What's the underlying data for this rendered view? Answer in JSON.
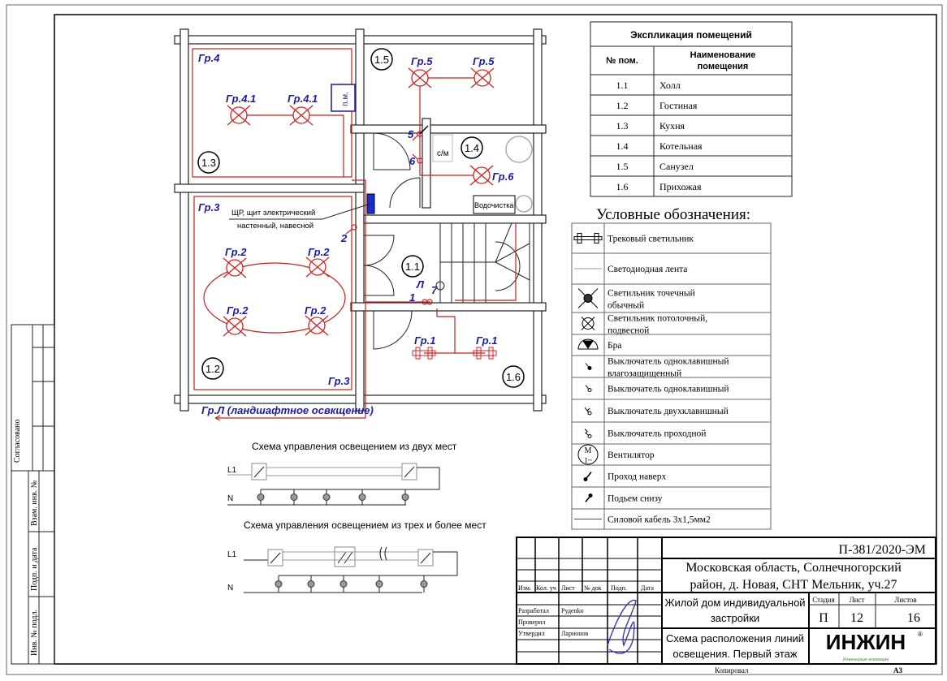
{
  "explication": {
    "title": "Экспликация помещений",
    "col_num": "№ пом.",
    "col_name": "Наименование помещения",
    "rows": [
      {
        "num": "1.1",
        "name": "Холл"
      },
      {
        "num": "1.2",
        "name": "Гостиная"
      },
      {
        "num": "1.3",
        "name": "Кухня"
      },
      {
        "num": "1.4",
        "name": "Котельная"
      },
      {
        "num": "1.5",
        "name": "Санузел"
      },
      {
        "num": "1.6",
        "name": "Прихожая"
      }
    ]
  },
  "legend": {
    "title": "Условные обозначения:",
    "items": [
      {
        "icon": "track-light-icon",
        "l1": "Трековый светильник",
        "l2": ""
      },
      {
        "icon": "led-strip-icon",
        "l1": "Светодиодная лента",
        "l2": ""
      },
      {
        "icon": "spot-light-icon",
        "l1": "Светильник точечный",
        "l2": "обычный"
      },
      {
        "icon": "ceiling-light-icon",
        "l1": "Светильник потолочный,",
        "l2": "подвесной"
      },
      {
        "icon": "sconce-icon",
        "l1": "Бра",
        "l2": ""
      },
      {
        "icon": "switch-waterproof-icon",
        "l1": "Выключатель одноклавишный",
        "l2": "влагозащищенный"
      },
      {
        "icon": "switch-single-icon",
        "l1": "Выключатель одноклавишный",
        "l2": ""
      },
      {
        "icon": "switch-double-icon",
        "l1": "Выключатель двухклавишный",
        "l2": ""
      },
      {
        "icon": "switch-passthrough-icon",
        "l1": "Выключатель проходной",
        "l2": ""
      },
      {
        "icon": "fan-icon",
        "l1": "Вентилятор",
        "l2": ""
      },
      {
        "icon": "riser-up-icon",
        "l1": "Проход наверх",
        "l2": ""
      },
      {
        "icon": "riser-from-below-icon",
        "l1": "Подьем снизу",
        "l2": ""
      },
      {
        "icon": "power-cable-icon",
        "l1": "Силовой кабель 3х1,5мм2",
        "l2": ""
      }
    ],
    "fan_m": "M",
    "fan_1": "1~"
  },
  "plan": {
    "rooms": [
      "1.1",
      "1.2",
      "1.3",
      "1.4",
      "1.5",
      "1.6"
    ],
    "groups": {
      "g4": "Гр.4",
      "g41": "Гр.4.1",
      "g5": "Гр.5",
      "g6": "Гр.6",
      "g3": "Гр.3",
      "g2": "Гр.2",
      "g1": "Гр.1",
      "gl": "Гр.Л (ландшафтное освкщение)"
    },
    "panel_label_1": "ЩР, щит электрический",
    "panel_label_2": "настенный, навесной",
    "pm": "п.м.",
    "sm": "с/м",
    "water": "Водочистка",
    "switches": [
      "1",
      "2",
      "5",
      "6",
      "7",
      "Л"
    ]
  },
  "schemes": {
    "two": "Схема управления освещением из двух мест",
    "three": "Схема управления освещением из трех и более мест",
    "l1": "L1",
    "n": "N"
  },
  "side": {
    "agreed": "Согласовано",
    "inv_vz": "Взам. инв. №",
    "sign_date": "Подп. и дата",
    "inv_podl": "Инв. № подл."
  },
  "titleblock": {
    "code": "П-381/2020-ЭМ",
    "address_1": "Московская область, Солнечногорский",
    "address_2": "район, д. Новая, СНТ Мельник, уч.27",
    "object_1": "Жилой дом индивидуальной",
    "object_2": "застройки",
    "sheet_title_1": "Схема расположения линий",
    "sheet_title_2": "освещения. Первый этаж",
    "stage_h": "Стадия",
    "sheet_h": "Лист",
    "sheets_h": "Листов",
    "stage": "П",
    "sheet": "12",
    "sheets": "16",
    "cols": [
      "Изм.",
      "Кол. уч",
      "Лист",
      "№ док",
      "Подп.",
      "Дата"
    ],
    "roles": [
      {
        "role": "Разработал",
        "name": "Рудenko"
      },
      {
        "role": "Проверил",
        "name": ""
      },
      {
        "role": "Утвердил",
        "name": "Ларионов"
      }
    ],
    "logo": "ИНЖИН",
    "logo_sub": "Инженерные инновации",
    "copied": "Копировал",
    "format": "А3"
  }
}
